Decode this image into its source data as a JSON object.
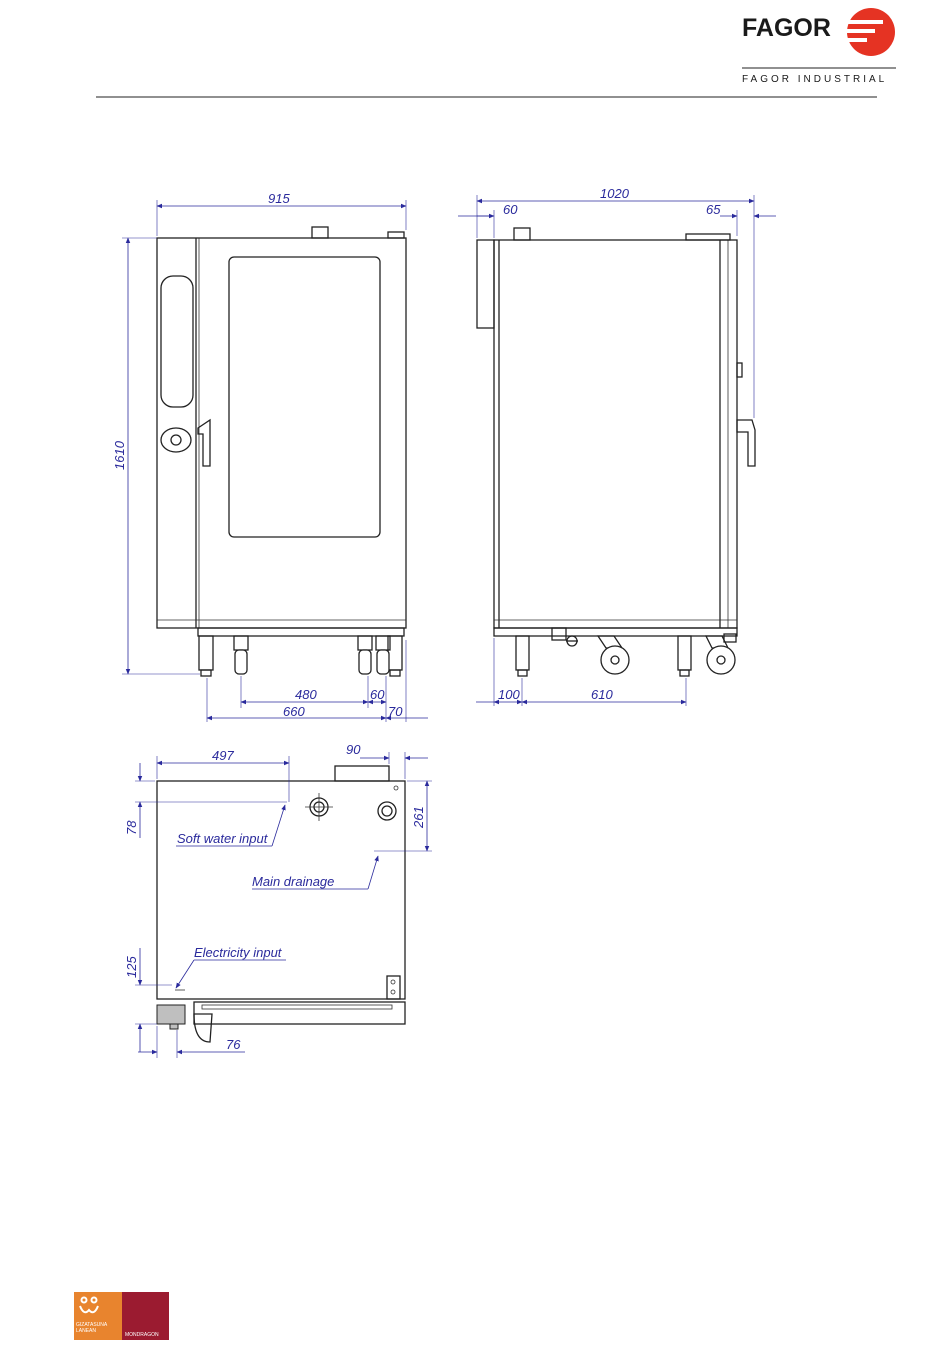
{
  "header": {
    "brand": "FAGOR",
    "brand_sub": "FAGOR INDUSTRIAL"
  },
  "front_view": {
    "width": "915",
    "height": "1610",
    "base_span": "480",
    "base_offset": "60",
    "feet_span": "660",
    "feet_offset": "70"
  },
  "side_view": {
    "depth": "1020",
    "back_offset": "60",
    "front_offset": "65",
    "base_rear": "100",
    "base_span": "610"
  },
  "top_view": {
    "water_x": "497",
    "water_y": "78",
    "chimney_w": "90",
    "drain_y": "261",
    "elec_y": "125",
    "elec_x": "76",
    "soft_water_label": "Soft water input",
    "main_drainage_label": "Main drainage",
    "electricity_label": "Electricity input"
  },
  "footer": {
    "logo_line1": "GIZATASUNA",
    "logo_line2": "LANEAN",
    "logo_right": "MONDRAGON"
  },
  "colors": {
    "dimension": "#2a2a9c",
    "brand_red": "#e53323",
    "logo_orange": "#e8842e",
    "logo_crimson": "#9b1b30"
  }
}
